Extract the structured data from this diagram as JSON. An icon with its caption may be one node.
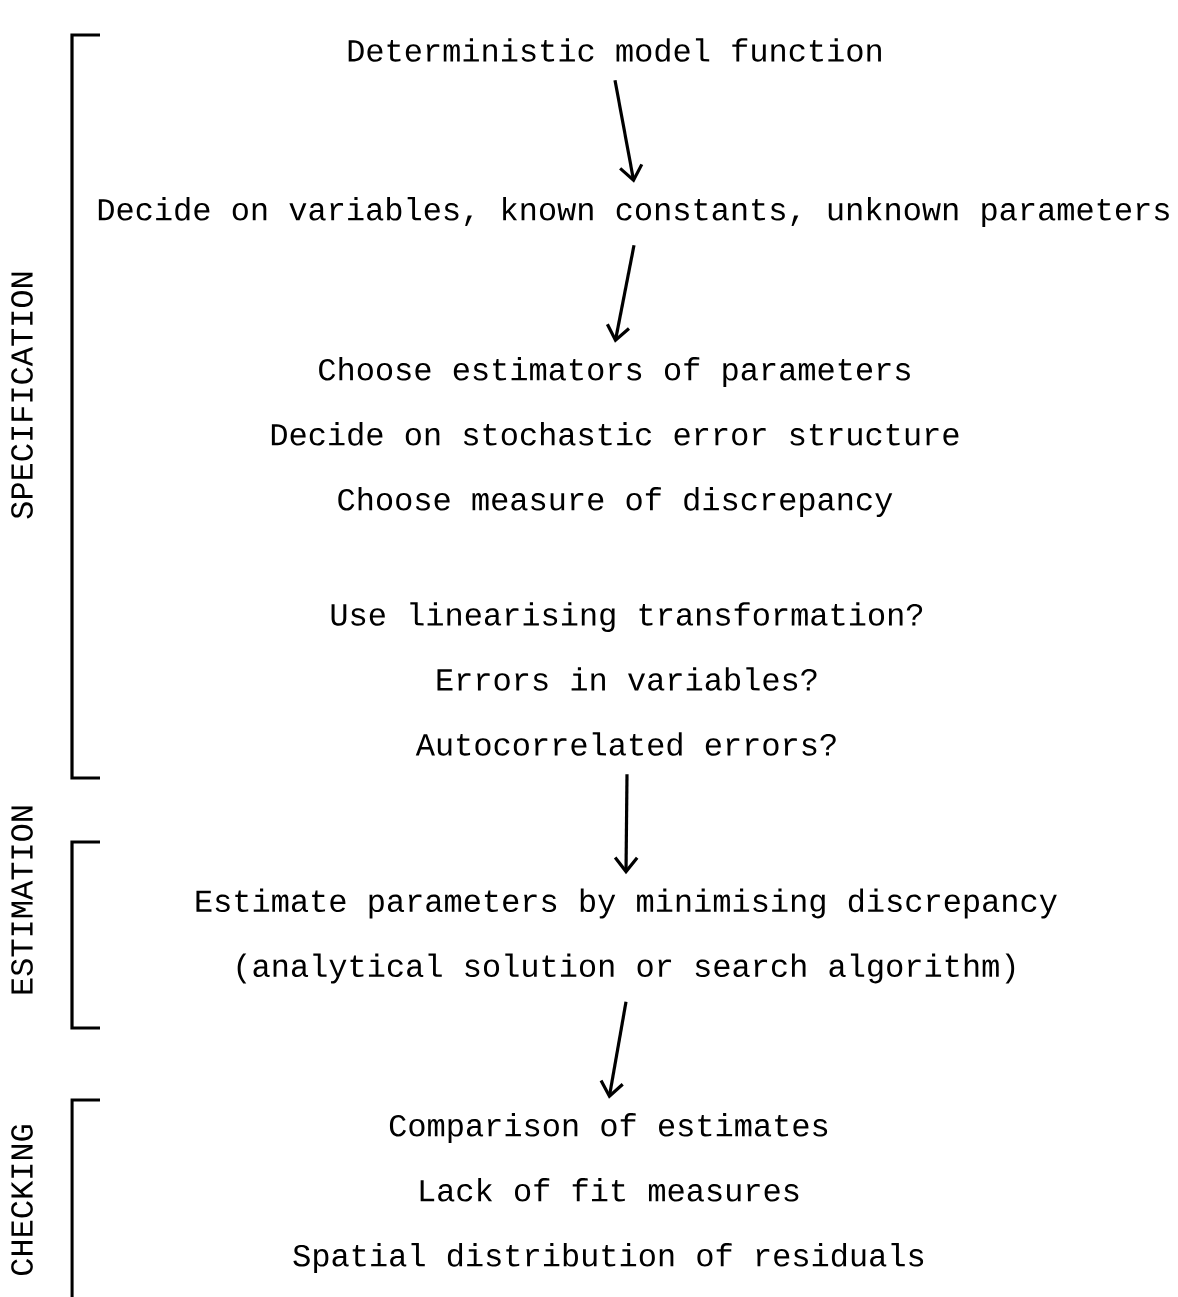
{
  "diagram": {
    "nodes": [
      {
        "text": [
          "Deterministic model function"
        ]
      },
      {
        "text": [
          "Decide on variables, known constants, unknown parameters"
        ]
      },
      {
        "text": [
          "Choose estimators of parameters",
          "Decide on stochastic error structure",
          "Choose measure of discrepancy"
        ]
      },
      {
        "text": [
          "Use linearising transformation?",
          "Errors in variables?",
          "Autocorrelated errors?"
        ]
      },
      {
        "text": [
          "Estimate parameters by minimising discrepancy",
          "(analytical solution or search algorithm)"
        ]
      },
      {
        "text": [
          "Comparison of estimates",
          "Lack of fit measures",
          "Spatial distribution of residuals"
        ]
      }
    ],
    "edges": [
      {
        "from": 0,
        "to": 1,
        "arrow": "to"
      },
      {
        "from": 1,
        "to": 2,
        "arrow": "to"
      },
      {
        "from": 3,
        "to": 4,
        "arrow": "to"
      },
      {
        "from": 4,
        "to": 5,
        "arrow": "to"
      }
    ],
    "labels": [
      "SPECIFICATION",
      "ESTIMATION",
      "CHECKING"
    ]
  }
}
